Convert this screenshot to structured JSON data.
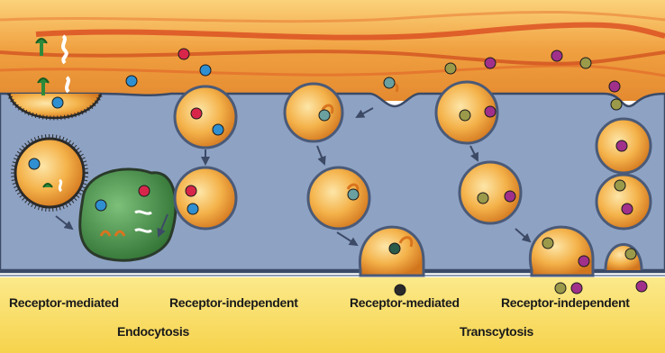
{
  "labels": {
    "receptor_mediated_endocytosis": "Receptor-mediated",
    "receptor_independent_endocytosis": "Receptor-independent",
    "receptor_mediated_transcytosis": "Receptor-mediated",
    "receptor_independent_transcytosis": "Receptor-independent",
    "group_endocytosis": "Endocytosis",
    "group_transcytosis": "Transcytosis"
  },
  "colors": {
    "blood_lumen": "#f0a040",
    "blood_streak": "#d8441c",
    "cell_cytoplasm": "#8ea2c4",
    "vesicle_fill": "#f4b24a",
    "vesicle_rim": "#4a5a78",
    "lysosome": "#3c8a3c",
    "bottom_band": "#f8e070"
  },
  "icons": [
    "receptor-icon",
    "ligand-particle-icon",
    "arrow-icon"
  ]
}
